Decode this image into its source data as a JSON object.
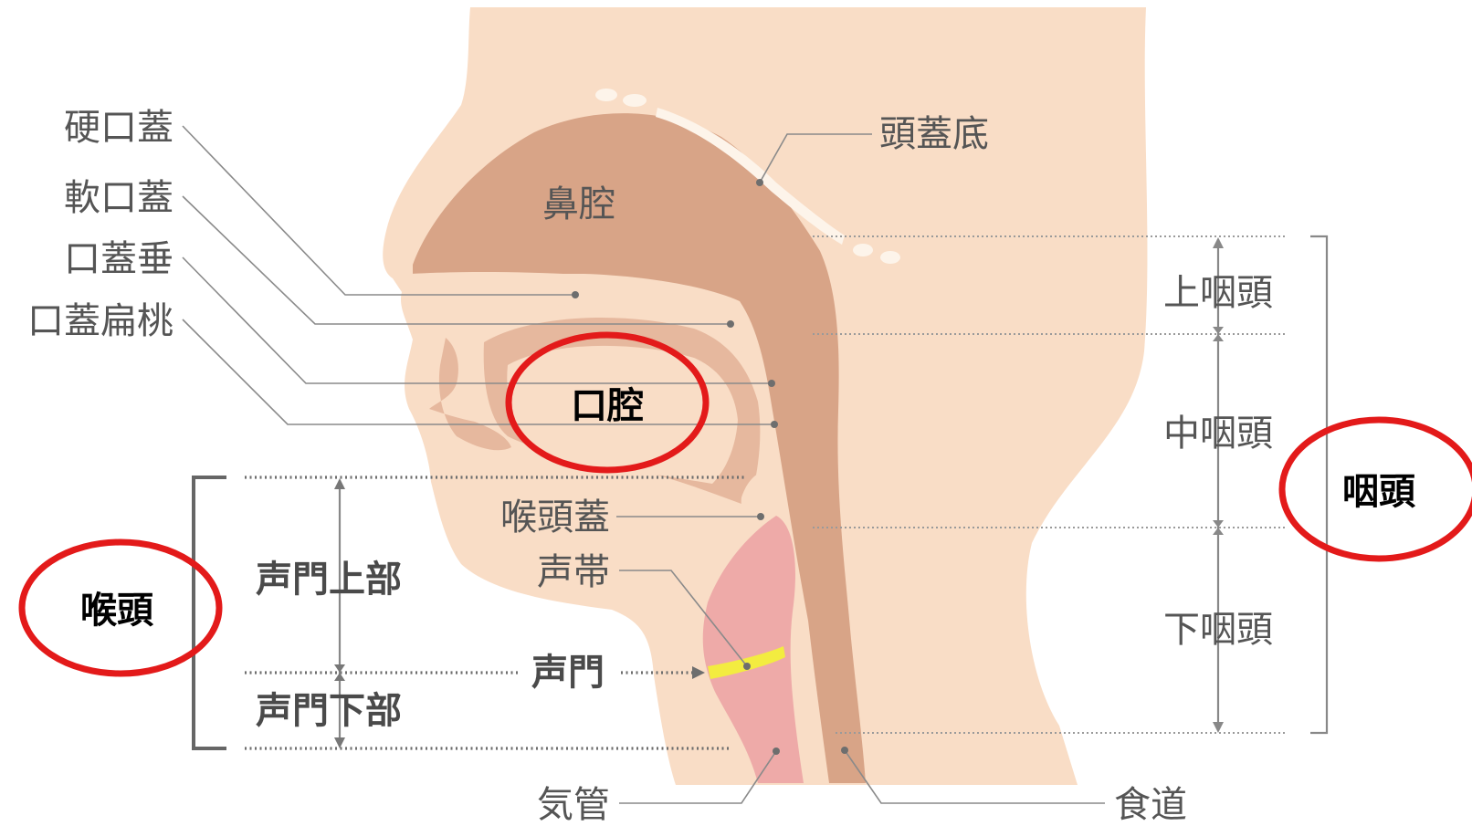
{
  "colors": {
    "skin": "#f9ddc6",
    "cavity": "#d8a487",
    "soft_tissue": "#e6b89e",
    "larynx": "#eeaaa8",
    "glottis": "#f3ec40",
    "skull_dots": "#fdf4ea",
    "circle": "#e31a1a"
  },
  "labels": {
    "hard_palate": "硬口蓋",
    "soft_palate": "軟口蓋",
    "uvula": "口蓋垂",
    "palatine_tonsil": "口蓋扁桃",
    "skull_base": "頭蓋底",
    "nasal_cavity": "鼻腔",
    "epiglottis": "喉頭蓋",
    "vocal_cords": "声帯",
    "trachea": "気管",
    "esophagus": "食道",
    "supraglottis": "声門上部",
    "glottis": "声門",
    "subglottis": "声門下部",
    "epipharynx": "上咽頭",
    "mesopharynx": "中咽頭",
    "hypopharynx": "下咽頭"
  },
  "highlights": {
    "oral_cavity": "口腔",
    "pharynx": "咽頭",
    "larynx": "喉頭"
  }
}
